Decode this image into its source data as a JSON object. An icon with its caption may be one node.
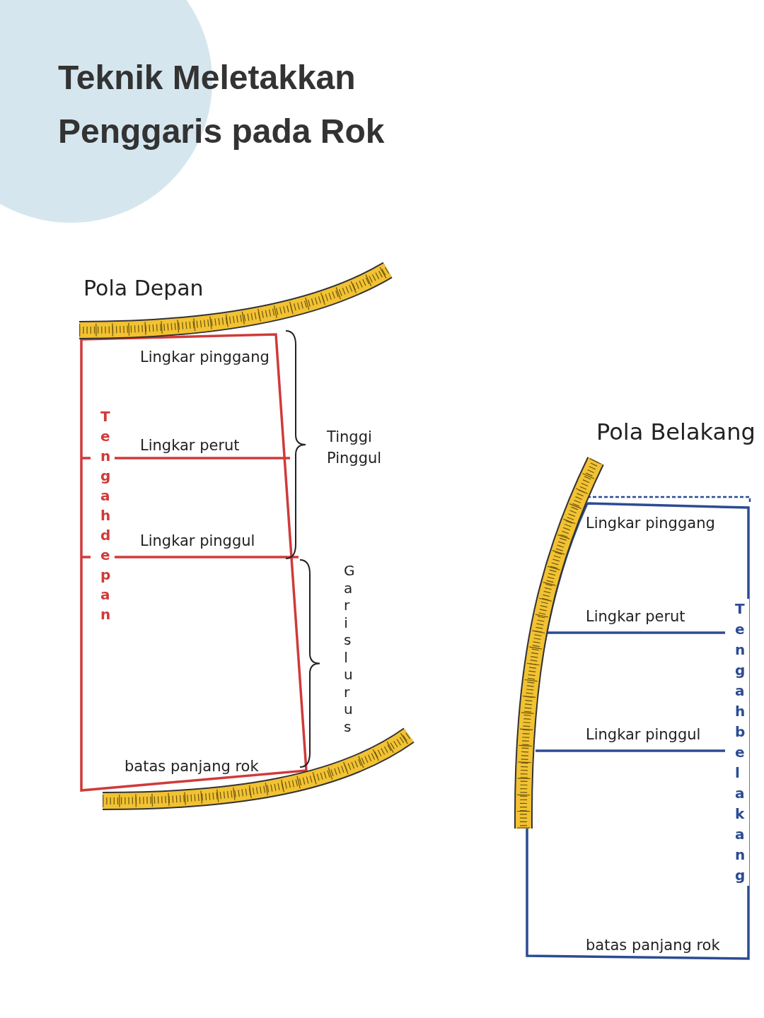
{
  "diagram": {
    "title": "Teknik Meletakkan Penggaris pada Rok",
    "nodes": [
      {
        "text": [
          "Pola Depan",
          "Lingkar pinggang",
          "Lingkar perut",
          "Lingkar pinggul",
          "batas panjang rok",
          "Tengah depan"
        ]
      },
      {
        "text": [
          "Pola Belakang",
          "Lingkar pinggang",
          "Lingkar perut",
          "Lingkar pinggul",
          "batas panjang rok",
          "Tengah belakang"
        ]
      }
    ],
    "edges": [],
    "labels": [
      "Tinggi Pinggul",
      "Garis lurus"
    ]
  }
}
